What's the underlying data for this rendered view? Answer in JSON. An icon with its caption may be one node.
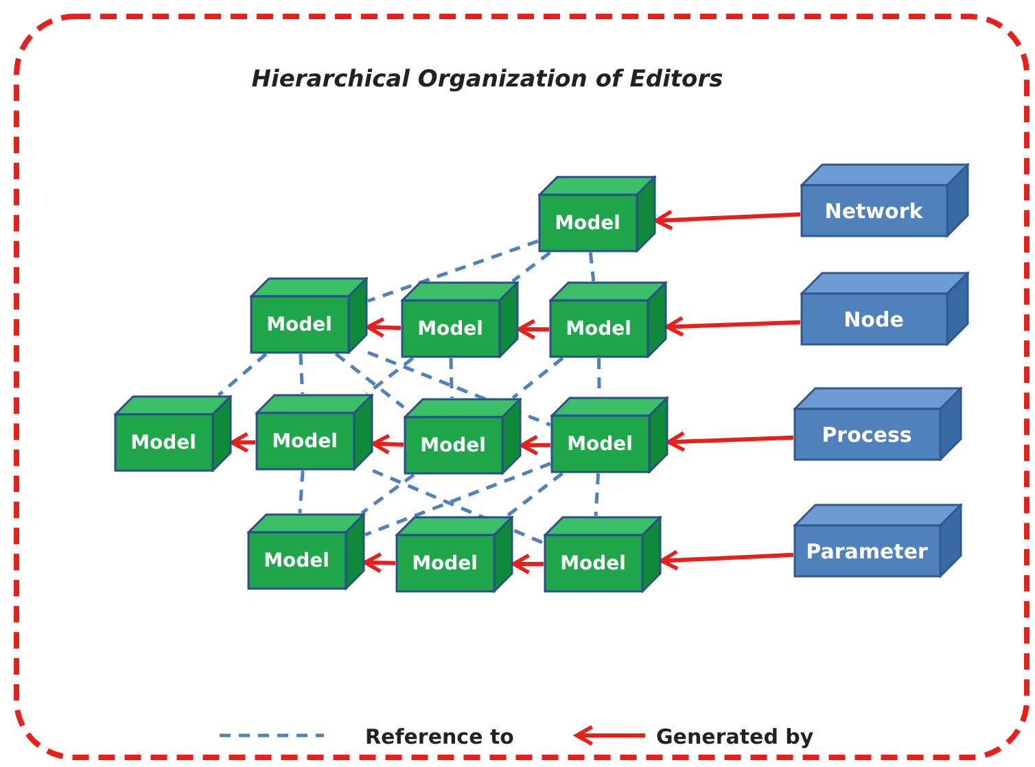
{
  "diagram": {
    "title": "Hierarchical Organization of Editors",
    "nodes": [
      {
        "text": [
          "Network"
        ]
      },
      {
        "text": [
          "Node"
        ]
      },
      {
        "text": [
          "Process"
        ]
      },
      {
        "text": [
          "Parameter"
        ]
      },
      {
        "text": [
          "Model"
        ]
      },
      {
        "text": [
          "Model"
        ]
      },
      {
        "text": [
          "Model"
        ]
      },
      {
        "text": [
          "Model"
        ]
      },
      {
        "text": [
          "Model"
        ]
      },
      {
        "text": [
          "Model"
        ]
      },
      {
        "text": [
          "Model"
        ]
      },
      {
        "text": [
          "Model"
        ]
      },
      {
        "text": [
          "Model"
        ]
      },
      {
        "text": [
          "Model"
        ]
      },
      {
        "text": [
          "Model"
        ]
      }
    ],
    "edges": [
      {
        "from": 0,
        "to": 4,
        "arrow": "to",
        "color": "#e8201c"
      },
      {
        "from": 1,
        "to": 7,
        "arrow": "to",
        "color": "#e8201c"
      },
      {
        "from": 7,
        "to": 6,
        "arrow": "to",
        "color": "#e8201c"
      },
      {
        "from": 6,
        "to": 5,
        "arrow": "to",
        "color": "#e8201c"
      },
      {
        "from": 2,
        "to": 11,
        "arrow": "to",
        "color": "#e8201c"
      },
      {
        "from": 11,
        "to": 10,
        "arrow": "to",
        "color": "#e8201c"
      },
      {
        "from": 10,
        "to": 9,
        "arrow": "to",
        "color": "#e8201c"
      },
      {
        "from": 9,
        "to": 8,
        "arrow": "to",
        "color": "#e8201c"
      },
      {
        "from": 3,
        "to": 14,
        "arrow": "to",
        "color": "#e8201c"
      },
      {
        "from": 14,
        "to": 13,
        "arrow": "to",
        "color": "#e8201c"
      },
      {
        "from": 13,
        "to": 12,
        "arrow": "to",
        "color": "#e8201c"
      },
      {
        "from": 4,
        "to": 5,
        "arrow": "none",
        "style": "dashed"
      },
      {
        "from": 4,
        "to": 6,
        "arrow": "none",
        "style": "dashed"
      },
      {
        "from": 4,
        "to": 7,
        "arrow": "none",
        "style": "dashed"
      },
      {
        "from": 5,
        "to": 8,
        "arrow": "none",
        "style": "dashed"
      },
      {
        "from": 5,
        "to": 9,
        "arrow": "none",
        "style": "dashed"
      },
      {
        "from": 5,
        "to": 10,
        "arrow": "none",
        "style": "dashed"
      },
      {
        "from": 5,
        "to": 11,
        "arrow": "none",
        "style": "dashed"
      },
      {
        "from": 6,
        "to": 9,
        "arrow": "none",
        "style": "dashed"
      },
      {
        "from": 6,
        "to": 10,
        "arrow": "none",
        "style": "dashed"
      },
      {
        "from": 7,
        "to": 10,
        "arrow": "none",
        "style": "dashed"
      },
      {
        "from": 7,
        "to": 11,
        "arrow": "none",
        "style": "dashed"
      },
      {
        "from": 9,
        "to": 12,
        "arrow": "none",
        "style": "dashed"
      },
      {
        "from": 9,
        "to": 14,
        "arrow": "none",
        "style": "dashed"
      },
      {
        "from": 10,
        "to": 12,
        "arrow": "none",
        "style": "dashed"
      },
      {
        "from": 11,
        "to": 12,
        "arrow": "none",
        "style": "dashed"
      },
      {
        "from": 11,
        "to": 13,
        "arrow": "none",
        "style": "dashed"
      },
      {
        "from": 11,
        "to": 14,
        "arrow": "none",
        "style": "dashed"
      }
    ],
    "legend": [
      {
        "text": "Reference to"
      },
      {
        "text": "Generated by"
      }
    ]
  }
}
